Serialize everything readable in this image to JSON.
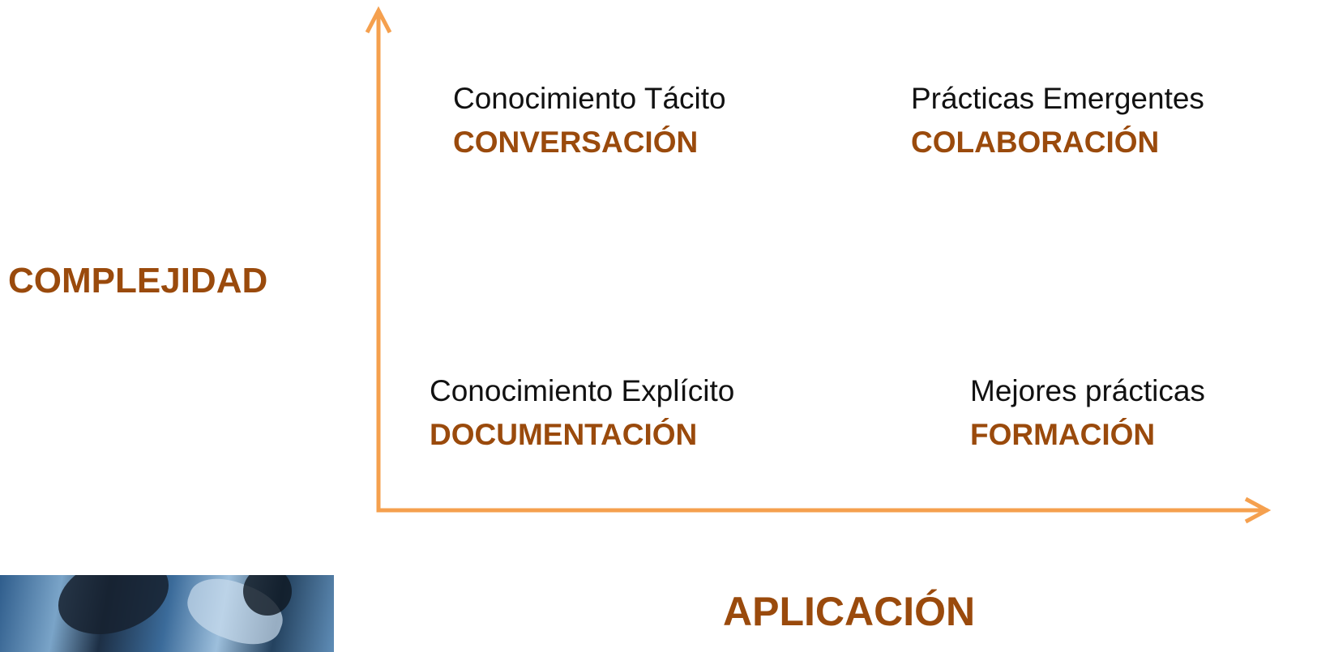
{
  "diagram": {
    "y_axis_label": "COMPLEJIDAD",
    "x_axis_label": "APLICACIÓN",
    "quadrants": [
      {
        "name": "Conocimiento Tácito",
        "action": "CONVERSACIÓN"
      },
      {
        "name": "Prácticas Emergentes",
        "action": "COLABORACIÓN"
      },
      {
        "name": "Conocimiento Explícito",
        "action": "DOCUMENTACIÓN"
      },
      {
        "name": "Mejores prácticas",
        "action": "FORMACIÓN"
      }
    ]
  },
  "colors": {
    "axis": "#F5A04E",
    "accent_text": "#9A4A0C",
    "body_text": "#111111"
  }
}
